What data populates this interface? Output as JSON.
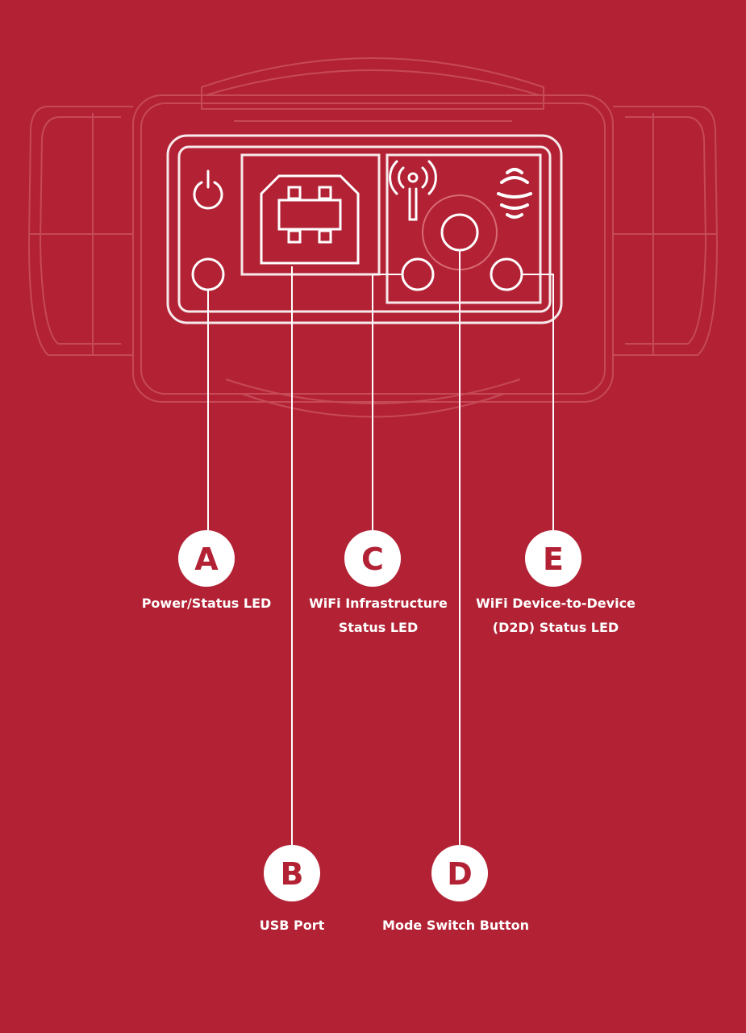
{
  "colors": {
    "background": "#b22234",
    "line": "#ffffff",
    "marker_fill": "#ffffff",
    "marker_text": "#b22234",
    "ghost": "#d86a76"
  },
  "device": {
    "icons": [
      "power-icon",
      "usb-b-icon",
      "wifi-antenna-icon",
      "d2d-signal-icon"
    ]
  },
  "callouts": [
    {
      "letter": "A",
      "label_lines": [
        "Power/Status LED"
      ]
    },
    {
      "letter": "B",
      "label_lines": [
        "USB Port"
      ]
    },
    {
      "letter": "C",
      "label_lines": [
        "WiFi Infrastructure",
        "Status LED"
      ]
    },
    {
      "letter": "D",
      "label_lines": [
        "Mode Switch Button"
      ]
    },
    {
      "letter": "E",
      "label_lines": [
        "WiFi Device-to-Device",
        "(D2D) Status LED"
      ]
    }
  ]
}
